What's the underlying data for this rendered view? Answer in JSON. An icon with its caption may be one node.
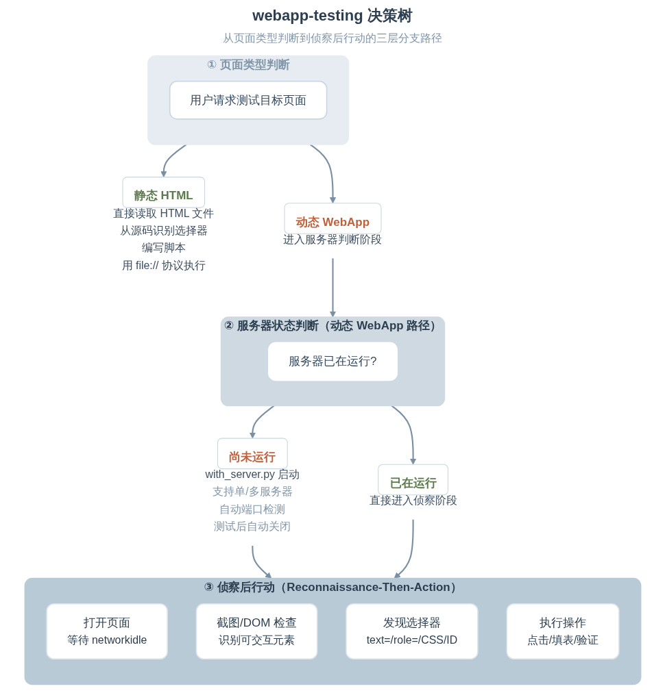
{
  "diagram": {
    "title": "webapp-testing 决策树",
    "caption": "从页面类型判断到侦察后行动的三层分支路径",
    "nodes": [
      {
        "text": [
          "① 页面类型判断"
        ]
      },
      {
        "text": [
          "用户请求测试目标页面"
        ],
        "in": 0
      },
      {
        "text": [
          "静态 HTML"
        ],
        "beside": [
          "直接读取 HTML 文件",
          "从源码识别选择器",
          "编写脚本",
          "用 file:// 协议执行"
        ]
      },
      {
        "text": [
          "动态 WebApp"
        ],
        "beside": [
          "进入服务器判断阶段"
        ]
      },
      {
        "text": [
          "② 服务器状态判断（动态 WebApp 路径）"
        ]
      },
      {
        "text": [
          "服务器已在运行?"
        ],
        "in": 4
      },
      {
        "text": [
          "尚未运行"
        ],
        "beside": [
          "with_server.py 启动",
          "支持单/多服务器",
          "自动端口检测",
          "测试后自动关闭"
        ]
      },
      {
        "text": [
          "已在运行"
        ],
        "beside": [
          "直接进入侦察阶段"
        ]
      },
      {
        "text": [
          "③ 侦察后行动（Reconnaissance-Then-Action）"
        ]
      },
      {
        "text": [
          "打开页面",
          "等待 networkidle"
        ],
        "in": 8
      },
      {
        "text": [
          "截图/DOM 检查",
          "识别可交互元素"
        ],
        "in": 8
      },
      {
        "text": [
          "发现选择器",
          "text=/role=/CSS/ID"
        ],
        "in": 8
      },
      {
        "text": [
          "执行操作",
          "点击/填表/验证"
        ],
        "in": 8
      }
    ],
    "edges": [
      {
        "from": 0,
        "to": 2,
        "arrow": "to"
      },
      {
        "from": 0,
        "to": 3,
        "arrow": "to"
      },
      {
        "from": 3,
        "to": 4,
        "arrow": "to"
      },
      {
        "from": 4,
        "to": 6,
        "arrow": "to"
      },
      {
        "from": 4,
        "to": 7,
        "arrow": "to"
      },
      {
        "from": 6,
        "to": 8,
        "arrow": "to"
      },
      {
        "from": 7,
        "to": 8,
        "arrow": "to"
      }
    ]
  }
}
